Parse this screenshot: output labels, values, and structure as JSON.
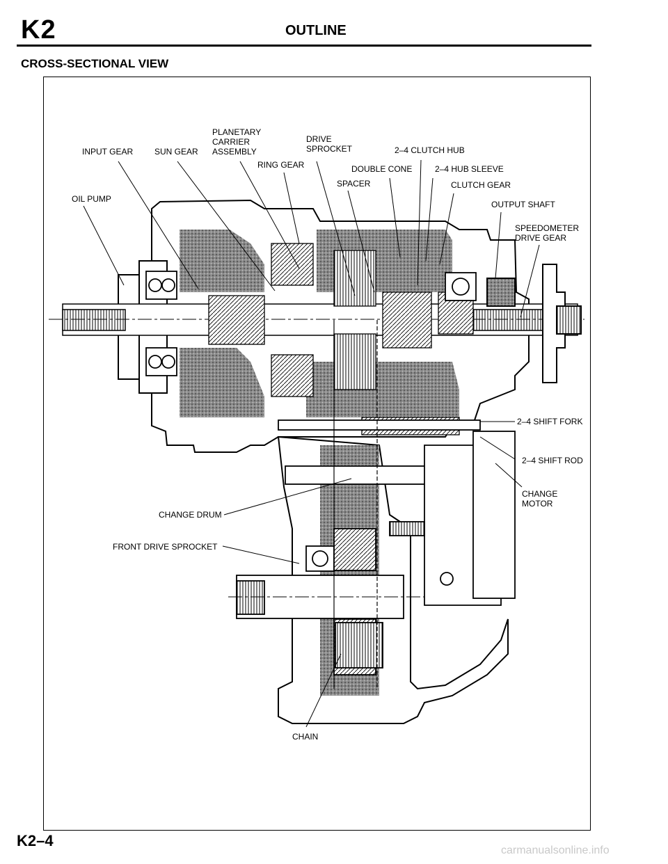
{
  "header": {
    "code": "K2",
    "title": "OUTLINE"
  },
  "section": {
    "title": "CROSS-SECTIONAL VIEW"
  },
  "labels": {
    "planetary_1": "PLANETARY",
    "planetary_2": "CARRIER",
    "planetary_3": "ASSEMBLY",
    "drive_1": "DRIVE",
    "drive_2": "SPROCKET",
    "input_gear": "INPUT GEAR",
    "sun_gear": "SUN GEAR",
    "clutch_hub": "2–4 CLUTCH HUB",
    "ring_gear": "RING GEAR",
    "double_cone": "DOUBLE CONE",
    "hub_sleeve": "2–4 HUB SLEEVE",
    "spacer": "SPACER",
    "clutch_gear": "CLUTCH GEAR",
    "oil_pump": "OIL PUMP",
    "output_shaft": "OUTPUT SHAFT",
    "speedo_1": "SPEEDOMETER",
    "speedo_2": "DRIVE GEAR",
    "shift_fork": "2–4 SHIFT FORK",
    "shift_rod": "2–4 SHIFT ROD",
    "change_1": "CHANGE",
    "change_2": "MOTOR",
    "change_drum": "CHANGE DRUM",
    "front_sprocket": "FRONT DRIVE SPROCKET",
    "chain": "CHAIN"
  },
  "footer": {
    "page": "K2–4",
    "watermark": "carmanualsonline.info"
  }
}
